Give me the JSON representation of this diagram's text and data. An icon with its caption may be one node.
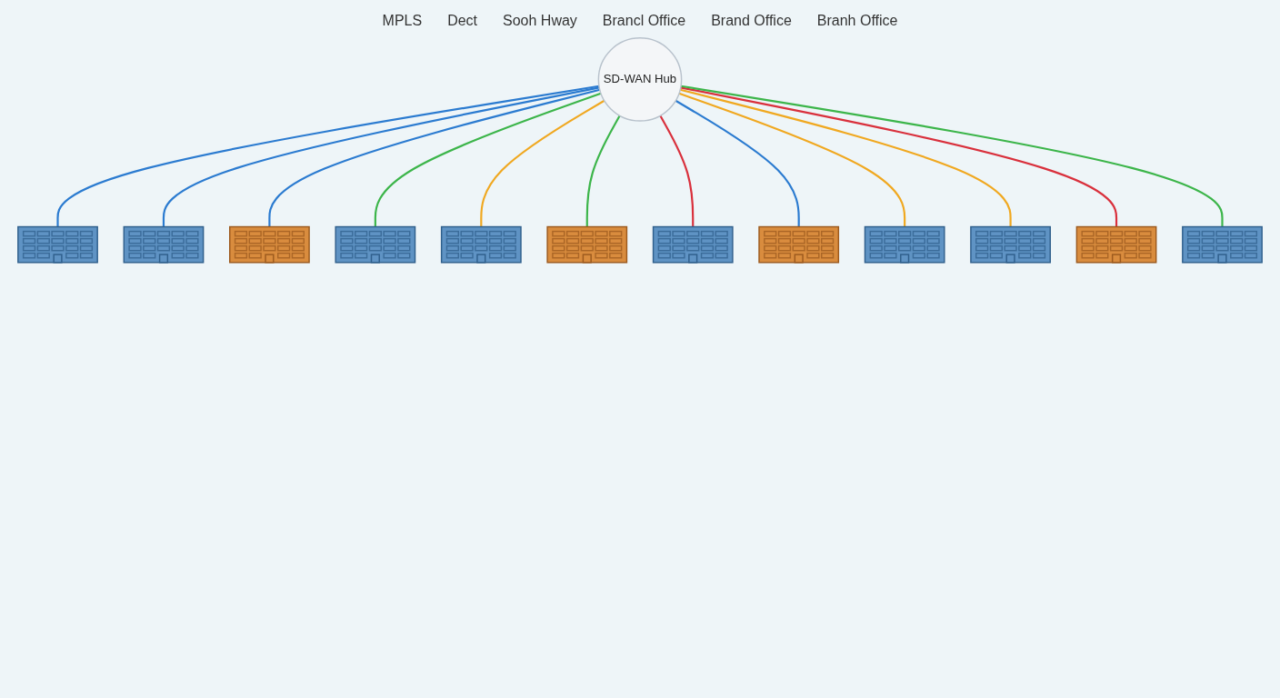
{
  "diagram": {
    "nodes": [
      {
        "text": [
          "SD-WAN Hub"
        ]
      },
      {
        "text": [],
        "shape": "picture"
      },
      {
        "text": [],
        "shape": "picture"
      },
      {
        "text": [],
        "shape": "picture"
      },
      {
        "text": [],
        "shape": "picture"
      },
      {
        "text": [],
        "shape": "picture"
      },
      {
        "text": [],
        "shape": "picture"
      },
      {
        "text": [],
        "shape": "picture"
      },
      {
        "text": [],
        "shape": "picture"
      },
      {
        "text": [],
        "shape": "picture"
      },
      {
        "text": [],
        "shape": "picture"
      },
      {
        "text": [],
        "shape": "picture"
      },
      {
        "text": [],
        "shape": "picture"
      }
    ],
    "edges": [
      {
        "from": 0,
        "to": 1,
        "arrow": "none"
      },
      {
        "from": 0,
        "to": 2,
        "arrow": "none"
      },
      {
        "from": 0,
        "to": 3,
        "arrow": "none"
      },
      {
        "from": 0,
        "to": 4,
        "arrow": "none",
        "color": "#3cb54a"
      },
      {
        "from": 0,
        "to": 5,
        "arrow": "none",
        "color": "#f0a820"
      },
      {
        "from": 0,
        "to": 6,
        "arrow": "none",
        "color": "#3cb54a"
      },
      {
        "from": 0,
        "to": 7,
        "arrow": "none",
        "color": "#d9303c"
      },
      {
        "from": 0,
        "to": 8,
        "arrow": "none"
      },
      {
        "from": 0,
        "to": 9,
        "arrow": "none",
        "color": "#f0a820"
      },
      {
        "from": 0,
        "to": 10,
        "arrow": "none",
        "color": "#f0a820"
      },
      {
        "from": 0,
        "to": 11,
        "arrow": "none",
        "color": "#d9303c"
      },
      {
        "from": 0,
        "to": 12,
        "arrow": "none",
        "color": "#3cb54a"
      }
    ],
    "labels": [
      "MPLS",
      "Dect",
      "Sooh Hway",
      "Brancl Office",
      "Brand Office",
      "Branh Office"
    ]
  }
}
